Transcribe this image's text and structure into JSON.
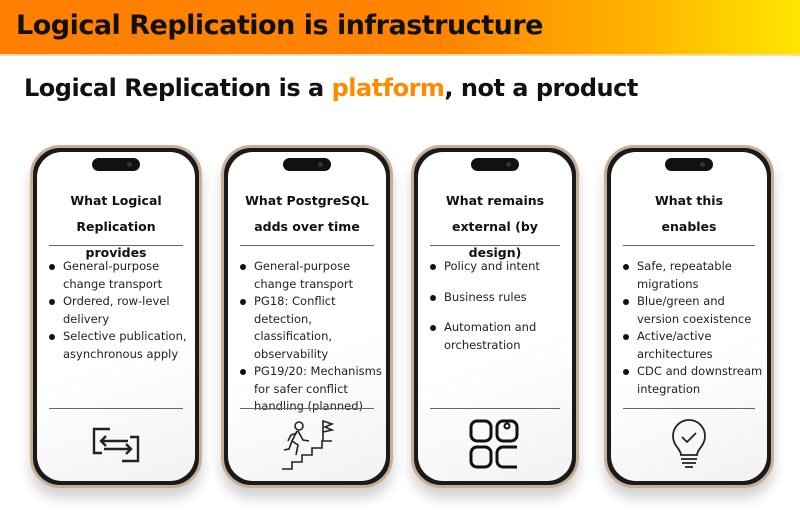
{
  "header": {
    "title": "Logical Replication is infrastructure"
  },
  "subtitle": {
    "before": "Logical Replication is a ",
    "highlight": "platform",
    "after": ", not a product",
    "highlight_color": "#ff8a00"
  },
  "cards": [
    {
      "title_pre": "What ",
      "title_bold": "Logical Replication provides",
      "title_post": "",
      "items": [
        "General-purpose change transport",
        "Ordered, row-level delivery",
        "Selective publication, asynchronous apply"
      ],
      "icon": "swap-arrows-icon"
    },
    {
      "title_pre": "What ",
      "title_bold": "PostgreSQL",
      "title_post": " adds over time",
      "items": [
        "General-purpose change transport",
        "PG18: Conflict detection, classification, observability",
        "PG19/20: Mechanisms for safer conflict handling (planned)"
      ],
      "icon": "person-climbing-stairs-flag-icon"
    },
    {
      "title_pre": "What remains ",
      "title_bold": "external",
      "title_post": " (by design)",
      "items": [
        "Policy and intent",
        "Business rules",
        "Automation and orchestration"
      ],
      "icon": "app-grid-icon"
    },
    {
      "title_pre": "What this ",
      "title_bold": "enables",
      "title_post": "",
      "items": [
        "Safe, repeatable migrations",
        "Blue/green and version coexistence",
        "Active/active architectures",
        "CDC and downstream integration"
      ],
      "icon": "lightbulb-check-icon"
    }
  ]
}
